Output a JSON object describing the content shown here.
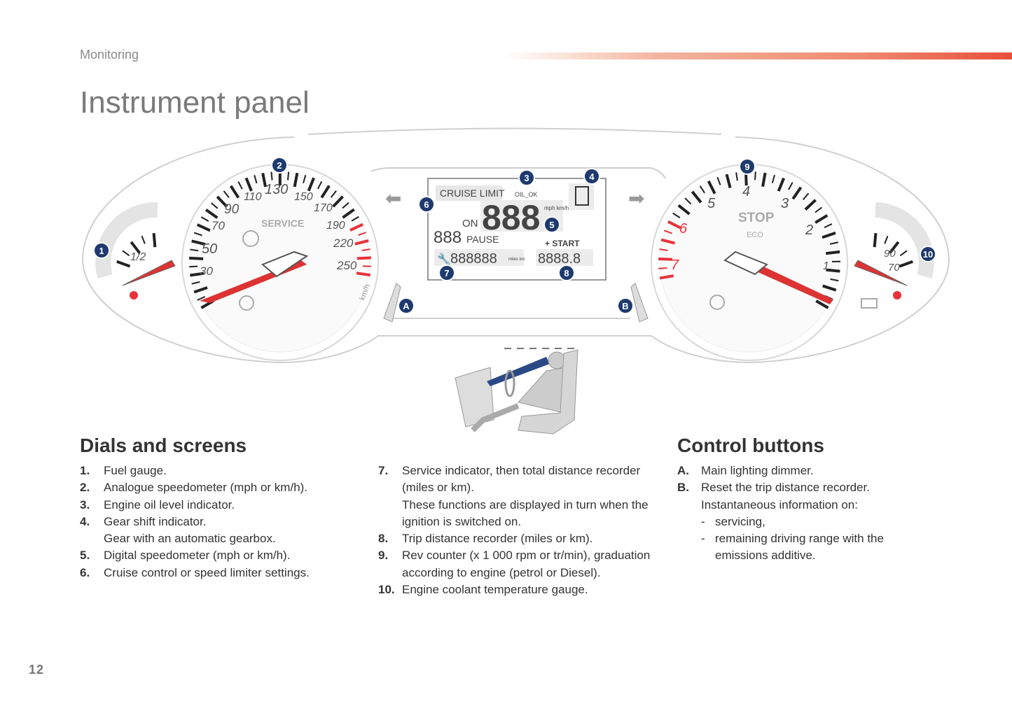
{
  "header": {
    "section": "Monitoring",
    "title": "Instrument panel"
  },
  "colors": {
    "accent": "#e8503a",
    "callout": "#1e3a6e",
    "text": "#333333"
  },
  "illustration": {
    "speedometer_labels": [
      "30",
      "50",
      "70",
      "90",
      "110",
      "130",
      "150",
      "170",
      "190",
      "220",
      "250"
    ],
    "speedometer_text": "SERVICE",
    "speedometer_unit": "km/h",
    "fuel_label": "1/2",
    "rev_labels": [
      "1",
      "2",
      "3",
      "4",
      "5",
      "6",
      "7"
    ],
    "rev_stop": "STOP",
    "rev_eco": "ECO",
    "coolant_labels": [
      "70",
      "90"
    ],
    "display": {
      "cruise": "CRUISE LIMIT",
      "oil": "OIL_OK",
      "on": "ON",
      "digits": "888",
      "speed_unit": "mph km/h",
      "pause_digits": "888",
      "pause": "PAUSE",
      "start": "+ START",
      "odometer": "888888",
      "odo_unit": "miles km",
      "trip": "8888.8"
    },
    "callouts": [
      "1",
      "2",
      "3",
      "4",
      "5",
      "6",
      "7",
      "8",
      "9",
      "10",
      "A",
      "B"
    ]
  },
  "dials": {
    "heading": "Dials and screens",
    "items": [
      {
        "n": "1.",
        "text": "Fuel gauge."
      },
      {
        "n": "2.",
        "text": "Analogue speedometer (mph or km/h)."
      },
      {
        "n": "3.",
        "text": "Engine oil level indicator."
      },
      {
        "n": "4.",
        "text": "Gear shift indicator.",
        "sub": "Gear with an automatic gearbox."
      },
      {
        "n": "5.",
        "text": "Digital speedometer (mph or km/h)."
      },
      {
        "n": "6.",
        "text": "Cruise control or speed limiter settings."
      },
      {
        "n": "7.",
        "text": "Service indicator, then total distance recorder (miles or km).",
        "sub": "These functions are displayed in turn when the ignition is switched on."
      },
      {
        "n": "8.",
        "text": "Trip distance recorder (miles or km)."
      },
      {
        "n": "9.",
        "text": "Rev counter (x 1 000 rpm or tr/min), graduation according to engine (petrol or Diesel)."
      },
      {
        "n": "10.",
        "text": "Engine coolant temperature gauge."
      }
    ]
  },
  "controls": {
    "heading": "Control buttons",
    "items": [
      {
        "n": "A.",
        "text": "Main lighting dimmer."
      },
      {
        "n": "B.",
        "text": "Reset the trip distance recorder.",
        "sub": "Instantaneous information on:",
        "bullets": [
          "servicing,",
          "remaining driving range with the emissions additive."
        ]
      }
    ]
  },
  "page_number": "12"
}
